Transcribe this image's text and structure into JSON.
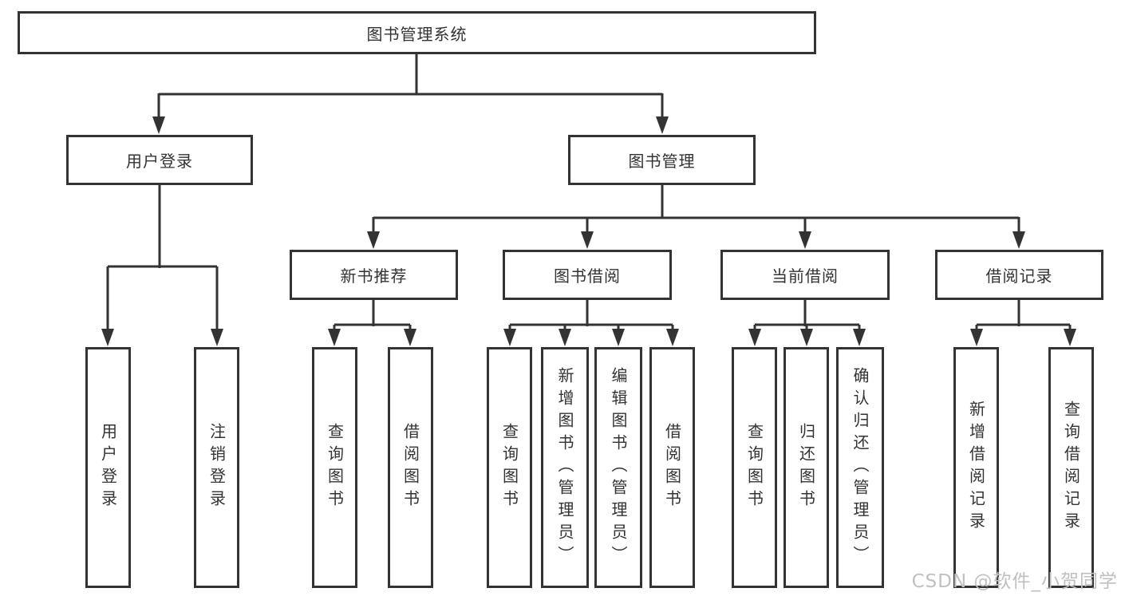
{
  "tree": {
    "label": "图书管理系统",
    "children": [
      {
        "label": "用户登录",
        "children": [
          {
            "label": "用户登录"
          },
          {
            "label": "注销登录"
          }
        ]
      },
      {
        "label": "图书管理",
        "children": [
          {
            "label": "新书推荐",
            "children": [
              {
                "label": "查询图书"
              },
              {
                "label": "借阅图书"
              }
            ]
          },
          {
            "label": "图书借阅",
            "children": [
              {
                "label": "查询图书"
              },
              {
                "label": "新增图书（管理员）"
              },
              {
                "label": "编辑图书（管理员）"
              },
              {
                "label": "借阅图书"
              }
            ]
          },
          {
            "label": "当前借阅",
            "children": [
              {
                "label": "查询图书"
              },
              {
                "label": "归还图书"
              },
              {
                "label": "确认归还（管理员）"
              }
            ]
          },
          {
            "label": "借阅记录",
            "children": [
              {
                "label": "新增借阅记录"
              },
              {
                "label": "查询借阅记录"
              }
            ]
          }
        ]
      }
    ]
  },
  "watermark": "CSDN @软件_小贺同学",
  "colors": {
    "line": "#333333",
    "text": "#333333",
    "box_background": "#ffffff",
    "watermark": "#c2bfbf",
    "background": "#ffffff"
  }
}
